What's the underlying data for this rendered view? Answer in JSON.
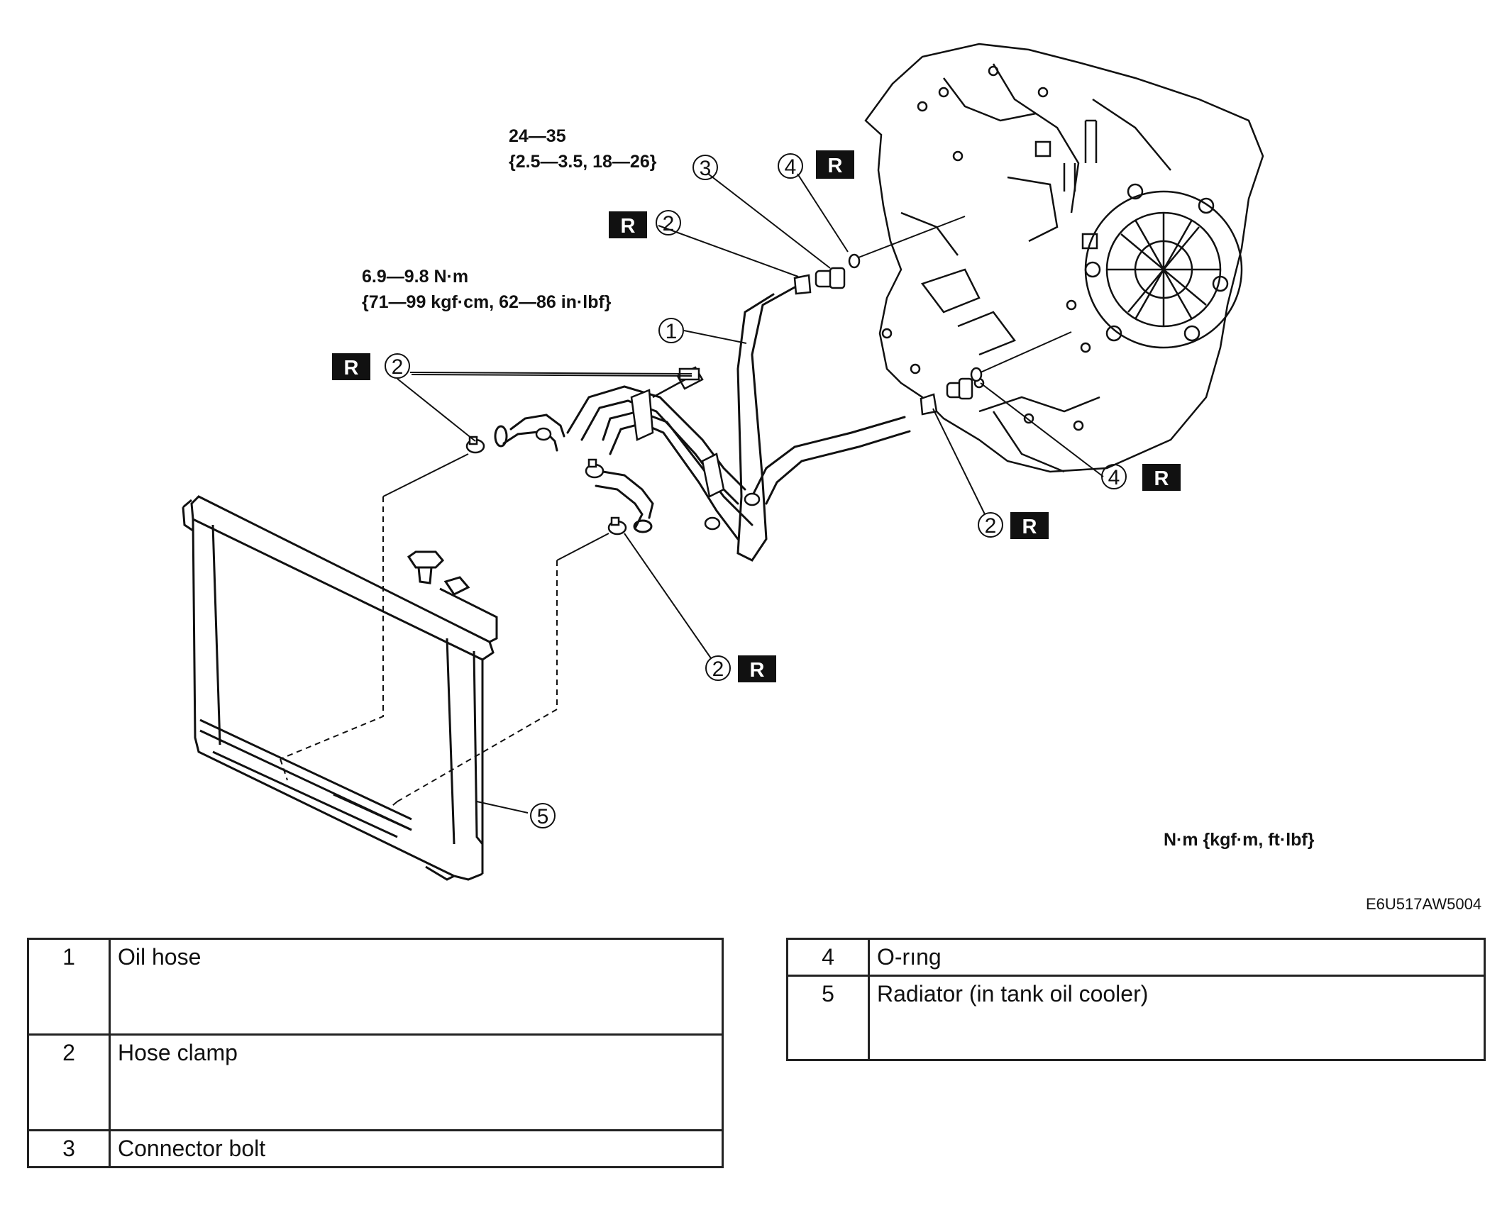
{
  "diagram": {
    "torque_specs": {
      "connector_bolt": {
        "line1": "24—35",
        "line2": "{2.5—3.5, 18—26}"
      },
      "bracket_bolt": {
        "line1": "6.9—9.8 N·m",
        "line2": "{71—99 kgf·cm, 62—86 in·lbf}"
      }
    },
    "replace_marker": "R",
    "units_note": "N·m {kgf·m, ft·lbf}",
    "figure_code": "E6U517AW5004",
    "callouts": [
      {
        "number": "1",
        "label": "Oil hose"
      },
      {
        "number": "2",
        "label": "Hose clamp"
      },
      {
        "number": "3",
        "label": "Connector bolt"
      },
      {
        "number": "4",
        "label": "O-ring"
      },
      {
        "number": "5",
        "label": "Radiator (in tank oil cooler)"
      }
    ]
  },
  "legend": {
    "left": [
      {
        "number": "1",
        "label": "Oil hose"
      },
      {
        "number": "2",
        "label": "Hose clamp"
      },
      {
        "number": "3",
        "label": "Connector bolt"
      }
    ],
    "right": [
      {
        "number": "4",
        "label": "O-rıng"
      },
      {
        "number": "5",
        "label": "Radiator (in tank oil cooler)"
      }
    ]
  }
}
